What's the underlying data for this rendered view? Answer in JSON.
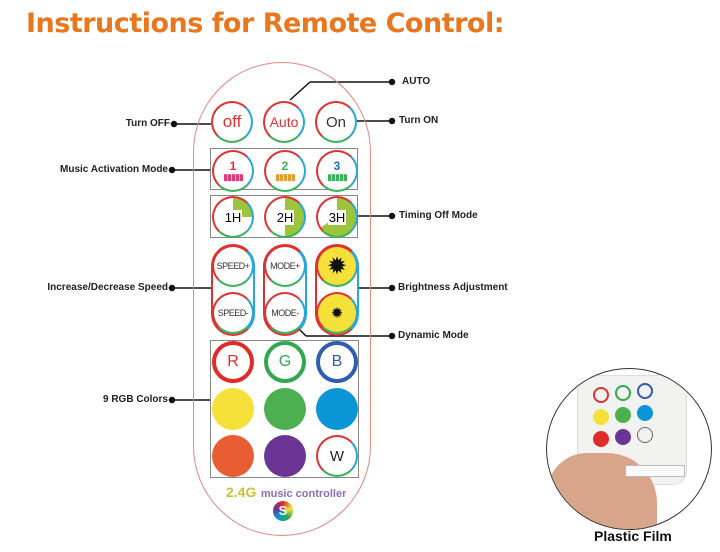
{
  "title": "Instructions for Remote Control:",
  "buttons": {
    "off": "off",
    "auto": "Auto",
    "on": "On",
    "music1": "1",
    "music2": "2",
    "music3": "3",
    "timer1": "1H",
    "timer2": "2H",
    "timer3": "3H",
    "speed_up": "SPEED+",
    "speed_down": "SPEED-",
    "mode_up": "MODE+",
    "mode_down": "MODE-",
    "red": "R",
    "green": "G",
    "blue": "B",
    "white": "W"
  },
  "labels": {
    "auto": "AUTO",
    "turn_off": "Turn OFF",
    "turn_on": "Turn ON",
    "music": "Music Activation Mode",
    "timing": "Timing Off Mode",
    "speed": "Increase/Decrease Speed",
    "brightness": "Brightness Adjustment",
    "dynamic": "Dynamic Mode",
    "rgb": "9 RGB Colors"
  },
  "brand": {
    "freq": "2.4G",
    "name": "music controller"
  },
  "photo_caption": "Plastic Film",
  "colors": {
    "title": "#e8771e",
    "yellow": "#f6e13a",
    "green": "#4caf50",
    "blue": "#0a96d6",
    "orange": "#e85d33",
    "purple": "#6a3594"
  }
}
